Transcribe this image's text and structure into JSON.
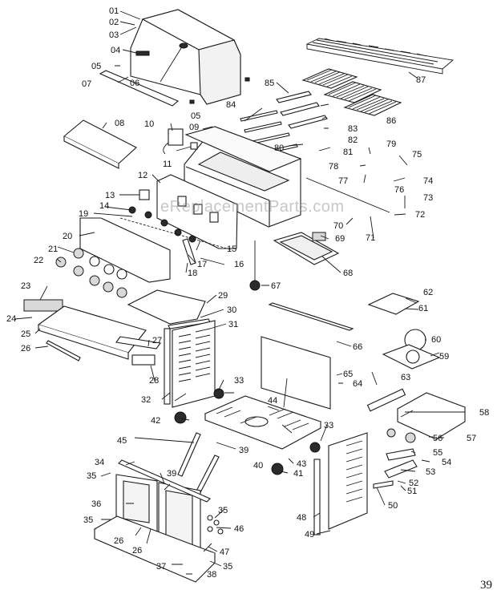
{
  "watermark": "eReplacementParts.com",
  "page_number": "39",
  "callouts": [
    "01",
    "02",
    "03",
    "04",
    "05",
    "05",
    "06",
    "07",
    "08",
    "09",
    "10",
    "11",
    "12",
    "13",
    "14",
    "15",
    "16",
    "17",
    "18",
    "19",
    "20",
    "21",
    "22",
    "23",
    "24",
    "25",
    "26",
    "26",
    "26",
    "27",
    "28",
    "29",
    "30",
    "31",
    "32",
    "33",
    "33",
    "34",
    "35",
    "35",
    "35",
    "35",
    "36",
    "37",
    "38",
    "39",
    "39",
    "40",
    "41",
    "42",
    "43",
    "44",
    "45",
    "46",
    "47",
    "48",
    "49",
    "50",
    "51",
    "52",
    "53",
    "54",
    "55",
    "56",
    "57",
    "58",
    "59",
    "60",
    "61",
    "62",
    "63",
    "64",
    "65",
    "66",
    "67",
    "68",
    "69",
    "70",
    "71",
    "72",
    "73",
    "74",
    "75",
    "76",
    "77",
    "78",
    "79",
    "80",
    "81",
    "82",
    "83",
    "84",
    "85",
    "86",
    "87"
  ]
}
